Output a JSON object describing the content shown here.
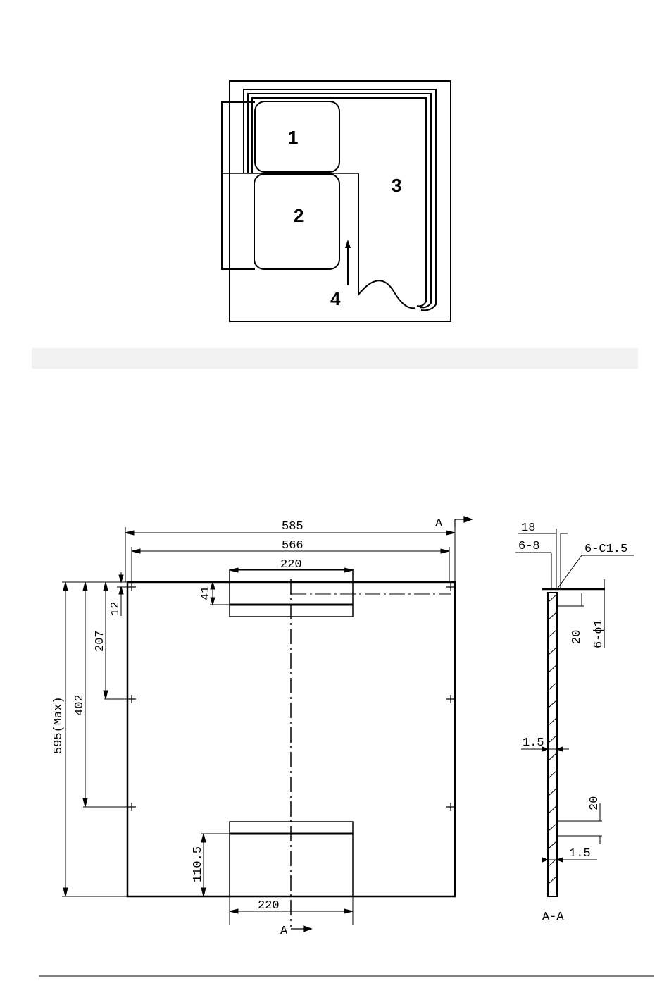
{
  "figure_top": {
    "labels": [
      "1",
      "2",
      "3",
      "4"
    ]
  },
  "drawing": {
    "dims": {
      "d585": "585",
      "d566": "566",
      "d220_top": "220",
      "d220_bottom": "220",
      "d41": "41",
      "d12": "12",
      "d207": "207",
      "d402": "402",
      "d595": "595(Max)",
      "d110_5": "110.5"
    },
    "section_mark_top": "A",
    "section_mark_bottom": "A",
    "side": {
      "d18": "18",
      "d6_8": "6-8",
      "d6_c1_5": "6-C1.5",
      "d20_top": "20",
      "d6_phi1": "6-ϕ1",
      "d1_5_left": "1.5",
      "d20_bottom": "20",
      "d1_5_right": "1.5",
      "section_label": "A-A"
    }
  },
  "colors": {
    "line": "#000000",
    "band": "#f2f2f2"
  }
}
